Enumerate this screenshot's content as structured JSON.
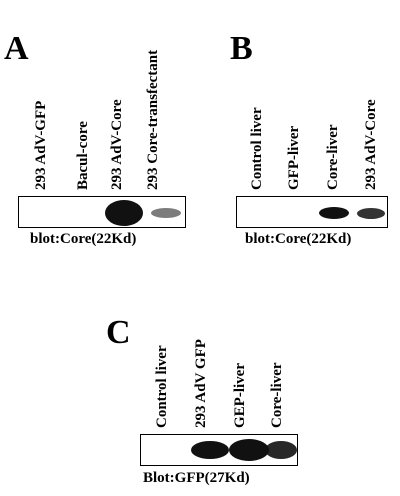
{
  "panels": [
    {
      "letter": "A",
      "lanes": [
        "293 AdV-GFP",
        "Bacul-core",
        "293 AdV-Core",
        "293 Core-transfectant"
      ],
      "caption": "blot:Core(22Kd)"
    },
    {
      "letter": "B",
      "lanes": [
        "Control liver",
        "GFP-liver",
        "Core-liver",
        "293 AdV-Core"
      ],
      "caption": "blot:Core(22Kd)"
    },
    {
      "letter": "C",
      "lanes": [
        "Control liver",
        "293 AdV GFP",
        "GEP-liver",
        "Core-liver"
      ],
      "caption": "Blot:GFP(27Kd)"
    }
  ]
}
